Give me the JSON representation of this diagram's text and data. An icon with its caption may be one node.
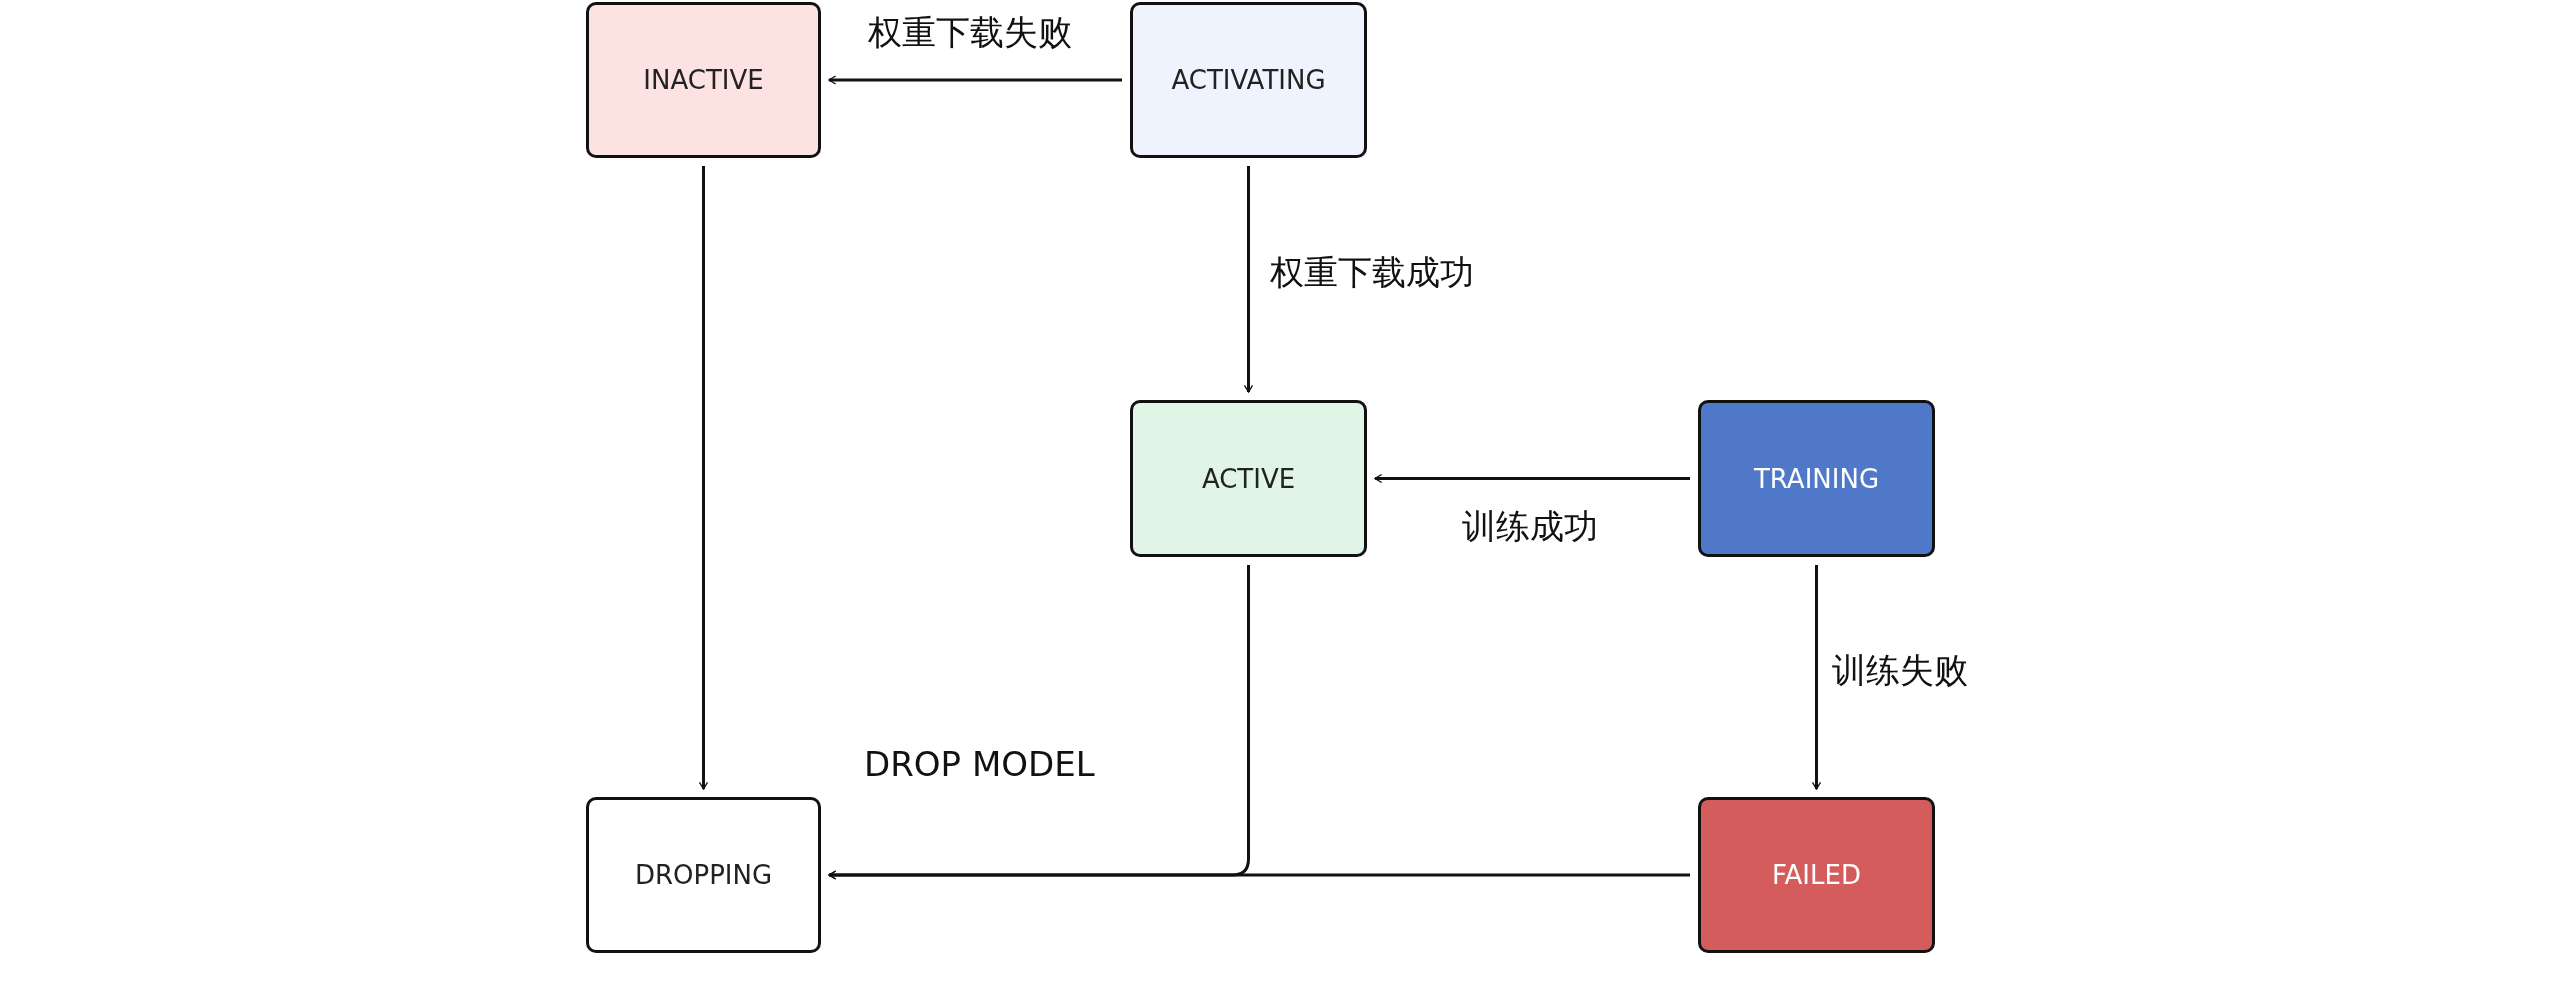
{
  "diagram": {
    "nodes": [
      {
        "text": [
          "INACTIVE"
        ]
      },
      {
        "text": [
          "ACTIVATING"
        ]
      },
      {
        "text": [
          "ACTIVE"
        ]
      },
      {
        "text": [
          "TRAINING"
        ]
      },
      {
        "text": [
          "DROPPING"
        ]
      },
      {
        "text": [
          "FAILED"
        ]
      }
    ],
    "edges": [
      {
        "from": 1,
        "to": 0,
        "arrow": "to",
        "label": "权重下载失败"
      },
      {
        "from": 1,
        "to": 2,
        "arrow": "to",
        "label": "权重下载成功"
      },
      {
        "from": 3,
        "to": 2,
        "arrow": "to",
        "label": "训练成功"
      },
      {
        "from": 3,
        "to": 5,
        "arrow": "to",
        "label": "训练失败"
      },
      {
        "from": 0,
        "to": 4,
        "arrow": "to"
      },
      {
        "from": 2,
        "to": 4,
        "arrow": "to"
      },
      {
        "from": 5,
        "to": 4,
        "arrow": "to",
        "label": "DROP MODEL"
      }
    ]
  }
}
